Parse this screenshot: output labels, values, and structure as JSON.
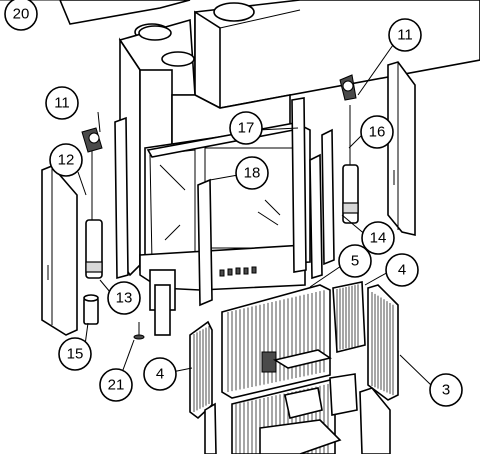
{
  "callouts": [
    {
      "key": "c20",
      "label": "20"
    },
    {
      "key": "c11a",
      "label": "11"
    },
    {
      "key": "c11b",
      "label": "11"
    },
    {
      "key": "c17",
      "label": "17"
    },
    {
      "key": "c16",
      "label": "16"
    },
    {
      "key": "c12",
      "label": "12"
    },
    {
      "key": "c18",
      "label": "18"
    },
    {
      "key": "c14",
      "label": "14"
    },
    {
      "key": "c5",
      "label": "5"
    },
    {
      "key": "c4a",
      "label": "4"
    },
    {
      "key": "c13",
      "label": "13"
    },
    {
      "key": "c15",
      "label": "15"
    },
    {
      "key": "c21",
      "label": "21"
    },
    {
      "key": "c4b",
      "label": "4"
    },
    {
      "key": "c3",
      "label": "3"
    }
  ]
}
